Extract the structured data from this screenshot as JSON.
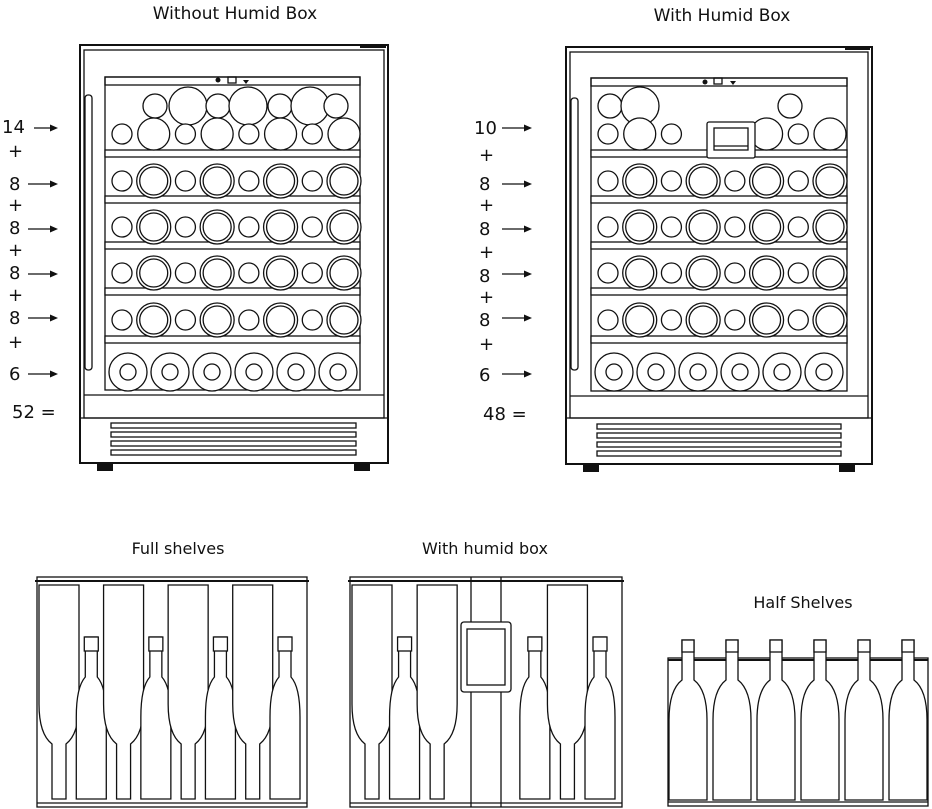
{
  "fridges": [
    {
      "title": "Without Humid Box",
      "counts": [
        "14",
        "8",
        "8",
        "8",
        "8",
        "6"
      ],
      "plus": "+",
      "total": "52 ="
    },
    {
      "title": "With Humid Box",
      "counts": [
        "10",
        "8",
        "8",
        "8",
        "8",
        "6"
      ],
      "plus": "+",
      "total": "48 ="
    }
  ],
  "shelves": {
    "full": "Full shelves",
    "humid": "With humid box",
    "half": "Half Shelves"
  }
}
